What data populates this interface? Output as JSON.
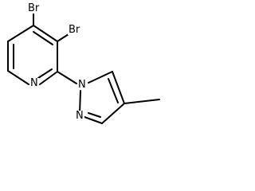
{
  "molecule": {
    "atoms": {
      "br_top": "Br",
      "br_mid": "Br",
      "n_pyridine": "N",
      "n_pyrazole_1": "N",
      "n_pyrazole_2": "N"
    }
  },
  "colors": {
    "bond": "#000000",
    "text": "#000000",
    "background": "#ffffff"
  }
}
